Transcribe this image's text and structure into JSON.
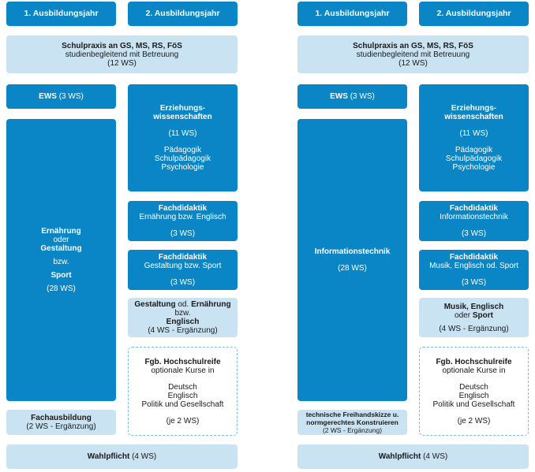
{
  "left": {
    "header_year1": "1. Ausbildungsjahr",
    "header_year2": "2. Ausbildungsjahr",
    "schulpraxis": {
      "title": "Schulpraxis an GS, MS, RS, FöS",
      "subtitle": "studienbegleitend mit Betreuung",
      "ws": "(12 WS)"
    },
    "ews": {
      "label": "EWS",
      "ws": "(3 WS)"
    },
    "erziehung": {
      "title_line1": "Erziehungs-",
      "title_line2": "wissenschaften",
      "ws": "(11 WS)",
      "subjects": [
        "Pädagogik",
        "Schulpädagogik",
        "Psychologie"
      ]
    },
    "fachdidaktik1": {
      "title": "Fachdidaktik",
      "subtitle": "Ernährung bzw. Englisch",
      "ws": "(3 WS)"
    },
    "fachdidaktik2": {
      "title": "Fachdidaktik",
      "subtitle": "Gestaltung bzw. Sport",
      "ws": "(3 WS)"
    },
    "main_subject": {
      "line1": "Ernährung",
      "line2": "oder",
      "line3": "Gestaltung",
      "line4": "bzw.",
      "line5": "Sport",
      "ws": "(28 WS)"
    },
    "ergaenzung": {
      "part1": "Gestaltung",
      "part2": " od. ",
      "part3": "Ernährung",
      "line2": "bzw.",
      "line3": "Englisch",
      "ws": "(4 WS - Ergänzung)"
    },
    "hochschulreife": {
      "title": "Fgb. Hochschulreife",
      "subtitle": "optionale Kurse in",
      "courses": [
        "Deutsch",
        "Englisch",
        "Politik und Gesellschaft"
      ],
      "ws": "(je 2 WS)"
    },
    "bottom_left": {
      "title": "Fachausbildung",
      "ws": "(2 WS - Ergänzung)"
    },
    "wahlpflicht": {
      "label": "Wahlpflicht",
      "ws": "(4 WS)"
    }
  },
  "right": {
    "header_year1": "1. Ausbildungsjahr",
    "header_year2": "2. Ausbildungsjahr",
    "schulpraxis": {
      "title": "Schulpraxis an GS, MS, RS, FöS",
      "subtitle": "studienbegleitend mit Betreuung",
      "ws": "(12 WS)"
    },
    "ews": {
      "label": "EWS",
      "ws": "(3 WS)"
    },
    "erziehung": {
      "title_line1": "Erziehungs-",
      "title_line2": "wissenschaften",
      "ws": "(11 WS)",
      "subjects": [
        "Pädagogik",
        "Schulpädagogik",
        "Psychologie"
      ]
    },
    "fachdidaktik1": {
      "title": "Fachdidaktik",
      "subtitle": "Informationstechnik",
      "ws": "(3 WS)"
    },
    "fachdidaktik2": {
      "title": "Fachdidaktik",
      "subtitle": "Musik, Englisch od. Sport",
      "ws": "(3 WS)"
    },
    "main_subject": {
      "line1": "Informationstechnik",
      "ws": "(28 WS)"
    },
    "ergaenzung": {
      "part1": "Musik, Englisch",
      "line2_normal": "oder ",
      "line2_bold": "Sport",
      "ws": "(4 WS - Ergänzung)"
    },
    "hochschulreife": {
      "title": "Fgb. Hochschulreife",
      "subtitle": "optionale Kurse in",
      "courses": [
        "Deutsch",
        "Englisch",
        "Politik und Gesellschaft"
      ],
      "ws": "(je 2 WS)"
    },
    "bottom_left": {
      "title_line1": "technische Freihandskizze u.",
      "title_line2": "normgerechtes Konstruieren",
      "ws": "(2 WS - Ergänzung)"
    },
    "wahlpflicht": {
      "label": "Wahlpflicht",
      "ws": "(4 WS)"
    }
  },
  "colors": {
    "dark_blue": "#0A86C6",
    "light_blue": "#C9E3F2",
    "dashed_border": "#78B9DF"
  }
}
